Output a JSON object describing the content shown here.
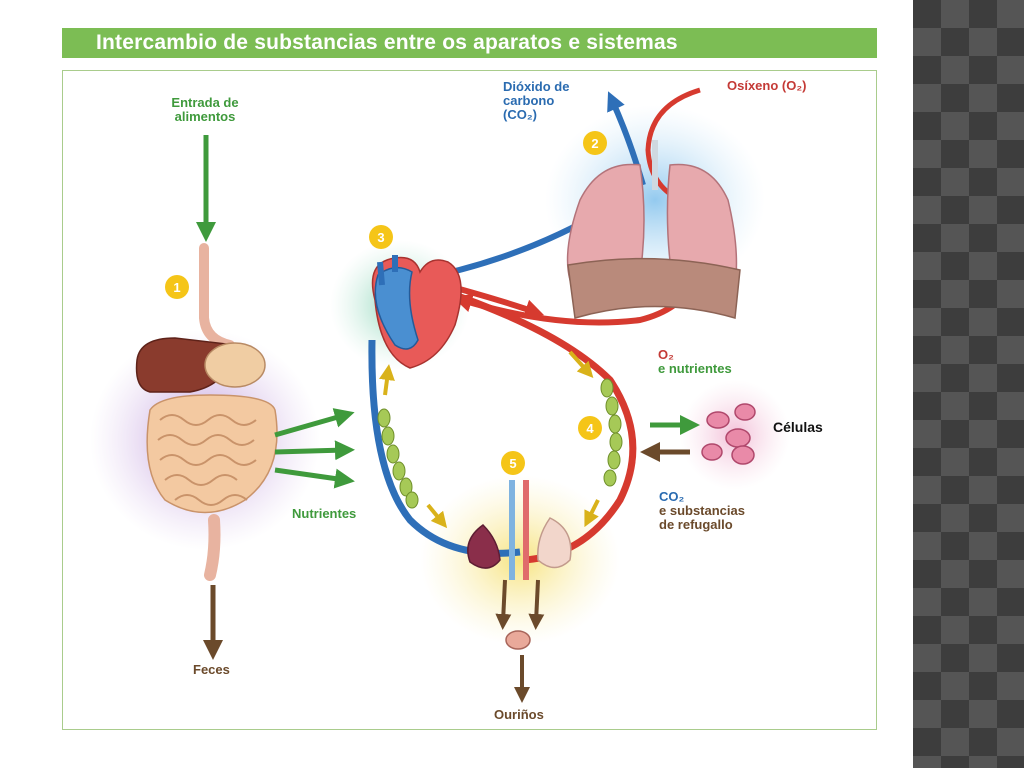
{
  "title": "Intercambio de substancias entre os aparatos e sistemas",
  "labels": {
    "food_entry_1": "Entrada de",
    "food_entry_2": "alimentos",
    "co2_1": "Dióxido de",
    "co2_2": "carbono",
    "co2_3": "(CO₂)",
    "oxygen": "Osíxeno (O₂)",
    "o2_nutrients_1": "O₂",
    "o2_nutrients_2": "e nutrientes",
    "cells": "Células",
    "co2_waste_1": "CO₂",
    "co2_waste_2": "e substancias",
    "co2_waste_3": "de refugallo",
    "nutrients": "Nutrientes",
    "feces": "Feces",
    "urine": "Ouriños"
  },
  "steps": [
    "1",
    "2",
    "3",
    "4",
    "5"
  ],
  "colors": {
    "title_bg": "#7cbd54",
    "green_arrow": "#3f9a3c",
    "blue_vessel": "#2e6fb8",
    "red_vessel": "#d63a2f",
    "badge": "#f5c518",
    "brown_arrow": "#6b4a2b"
  }
}
